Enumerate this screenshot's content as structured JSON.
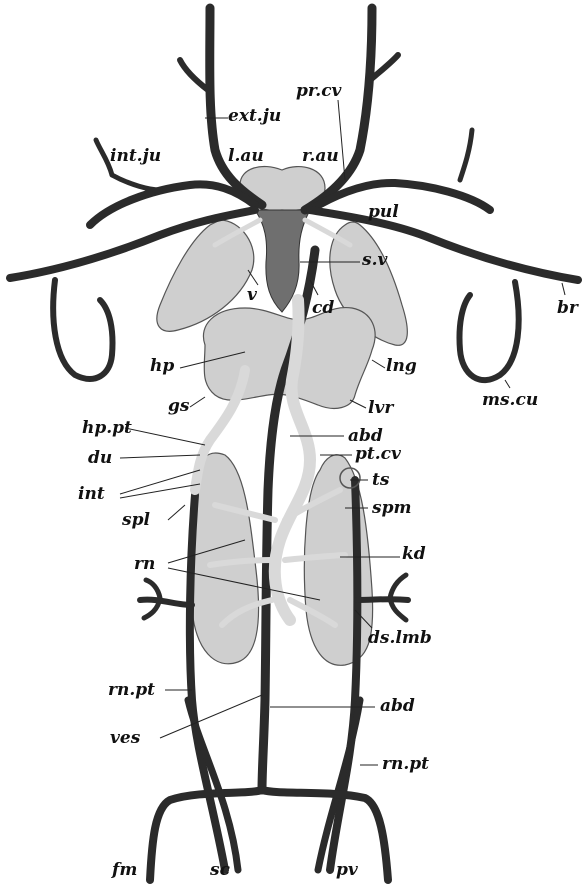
{
  "labels": {
    "ext_ju": "ext.ju",
    "pr_cv": "pr.cv",
    "int_ju": "int.ju",
    "l_au": "l.au",
    "r_au": "r.au",
    "pul": "pul",
    "s_v": "s.v",
    "br": "br",
    "v": "v",
    "cd": "cd",
    "hp": "hp",
    "lng": "lng",
    "ms_cu": "ms.cu",
    "gs": "gs",
    "lvr": "lvr",
    "hp_pt": "hp.pt",
    "abd_upper": "abd",
    "du": "du",
    "pt_cv": "pt.cv",
    "int": "int",
    "ts": "ts",
    "spl": "spl",
    "spm": "spm",
    "kd": "kd",
    "rn": "rn",
    "ds_lmb": "ds.lmb",
    "rn_pt_left": "rn.pt",
    "abd_lower": "abd",
    "ves": "ves",
    "rn_pt_right": "rn.pt",
    "fm": "fm",
    "sc": "sc",
    "pv": "pv"
  },
  "colors": {
    "vein": "#2b2b2b",
    "organ": "#cfcfcf",
    "light_vessel": "#d9d9d9"
  }
}
